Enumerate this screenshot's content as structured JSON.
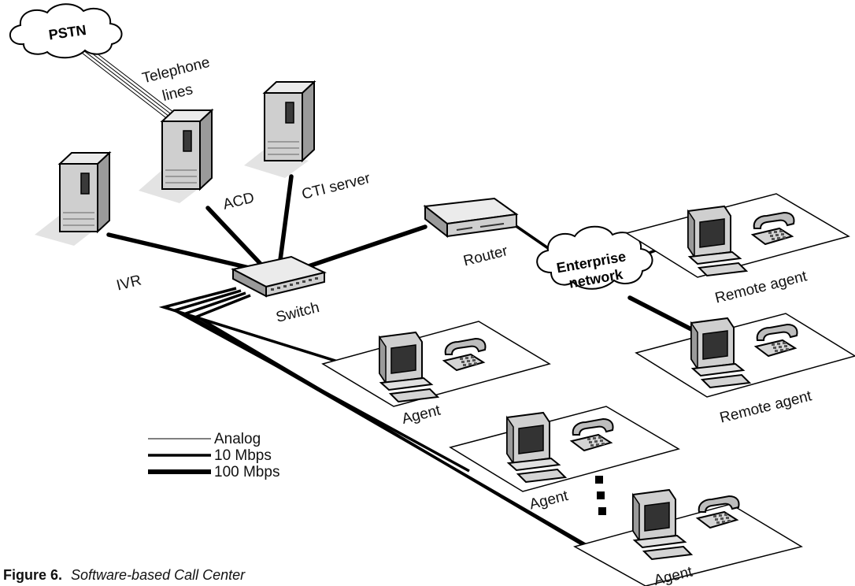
{
  "clouds": {
    "pstn": "PSTN",
    "enterprise_line1": "Enterprise",
    "enterprise_line2": "network"
  },
  "labels": {
    "telephone_line1": "Telephone",
    "telephone_line2": "lines",
    "ivr": "IVR",
    "acd": "ACD",
    "cti_server": "CTI server",
    "router": "Router",
    "switch": "Switch",
    "agent_1": "Agent",
    "agent_2": "Agent",
    "agent_3": "Agent",
    "remote_agent_1": "Remote agent",
    "remote_agent_2": "Remote agent"
  },
  "legend": {
    "analog": "Analog",
    "mbps10": "10 Mbps",
    "mbps100": "100 Mbps"
  },
  "caption": {
    "number": "Figure 6.",
    "text": "Software-based Call Center"
  }
}
